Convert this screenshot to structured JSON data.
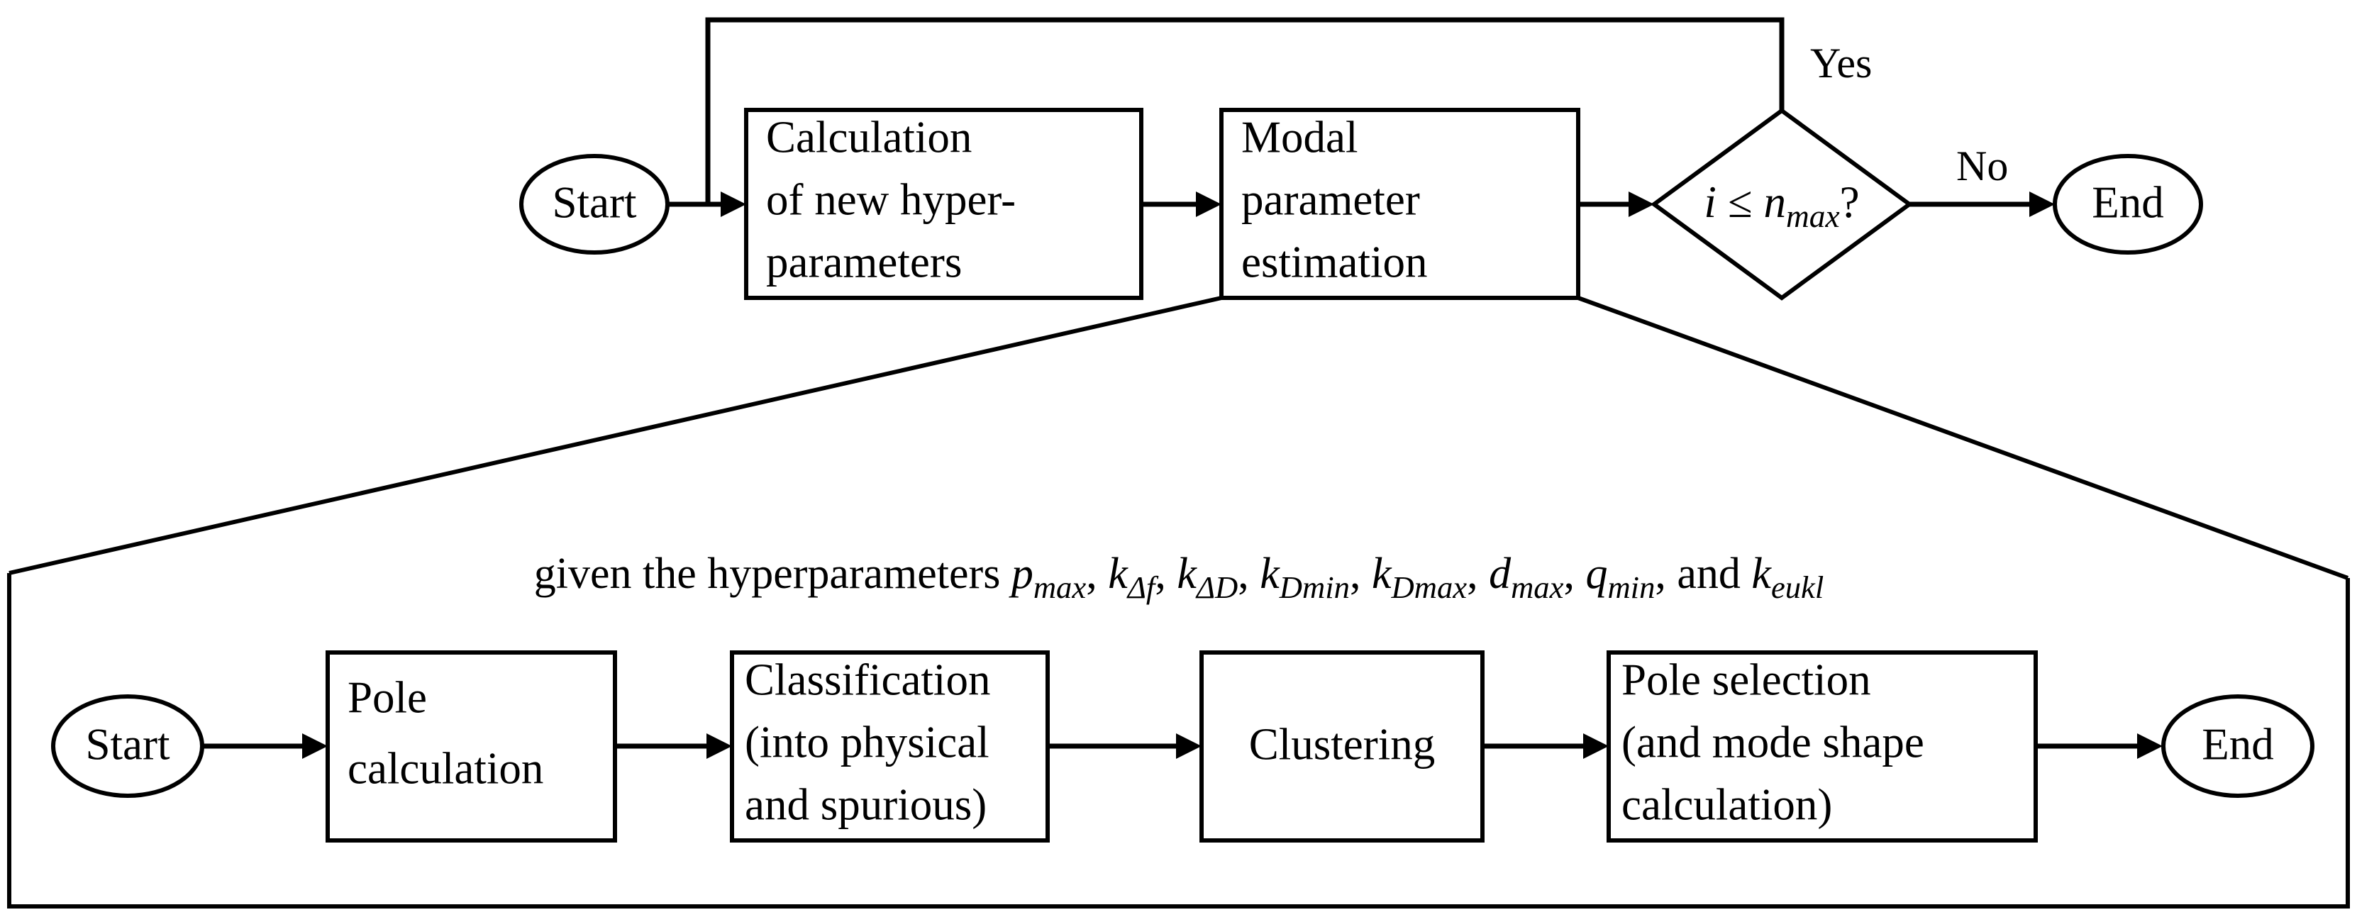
{
  "diagram": {
    "title": "Modal parameter estimation hyperparameter optimisation flowchart",
    "stroke_color": "#000000",
    "background_color": "#ffffff",
    "top_process": {
      "start_label": "Start",
      "end_label": "End",
      "boxes": [
        {
          "id": "calc-hyperparams",
          "lines": [
            "Calculation",
            "of new hyper-",
            "parameters"
          ]
        },
        {
          "id": "modal-estimation",
          "lines": [
            "Modal",
            "parameter",
            "estimation"
          ]
        }
      ],
      "decision": {
        "id": "iteration-check",
        "var": "i",
        "operator": "≤",
        "limit_base": "n",
        "limit_sub": "max",
        "suffix": "?",
        "full_text": "i ≤ n_max ?"
      },
      "edge_labels": {
        "yes": "Yes",
        "no": "No"
      }
    },
    "detail_panel": {
      "caption": {
        "prefix": "given the hyperparameters ",
        "conjunction": "and ",
        "full_text": "given the hyperparameters p_max, k_Δf, k_ΔD, k_Dmin, k_Dmax, d_max, q_min, and k_eukl",
        "parameters": [
          {
            "base": "p",
            "sub": "max",
            "sub_italic": true
          },
          {
            "base": "k",
            "sub": "Δf",
            "sub_italic": true
          },
          {
            "base": "k",
            "sub": "ΔD",
            "sub_italic": true
          },
          {
            "base": "k",
            "sub": "Dmin",
            "sub_italic": true
          },
          {
            "base": "k",
            "sub": "Dmax",
            "sub_italic": true
          },
          {
            "base": "d",
            "sub": "max",
            "sub_italic": true
          },
          {
            "base": "q",
            "sub": "min",
            "sub_italic": true
          },
          {
            "base": "k",
            "sub": "eukl",
            "sub_italic": true
          }
        ]
      },
      "start_label": "Start",
      "end_label": "End",
      "boxes": [
        {
          "id": "pole-calculation",
          "lines": [
            "Pole",
            "calculation"
          ]
        },
        {
          "id": "classification",
          "lines": [
            "Classification",
            "(into physical",
            "and spurious)"
          ]
        },
        {
          "id": "clustering",
          "lines": [
            "Clustering"
          ]
        },
        {
          "id": "pole-selection",
          "lines": [
            "Pole selection",
            "(and mode shape",
            "calculation)"
          ]
        }
      ]
    }
  }
}
